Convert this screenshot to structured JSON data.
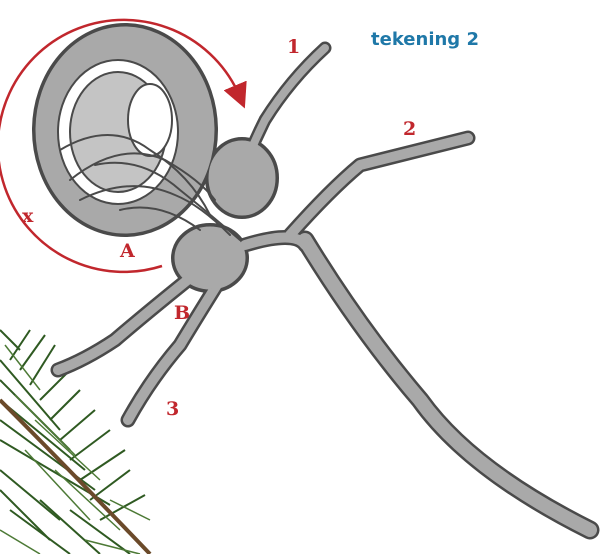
{
  "title": "tekening 2",
  "labels": {
    "branch_1": "1",
    "branch_2": "2",
    "branch_3": "3",
    "x": "x",
    "a": "A",
    "b": "B"
  },
  "colors": {
    "label": "#c1272d",
    "title": "#1f78a8",
    "arrow": "#c1272d",
    "pencil_fill": "#a9a9a9",
    "pencil_outline": "#4a4a4a",
    "needles": "#2f5a22"
  }
}
